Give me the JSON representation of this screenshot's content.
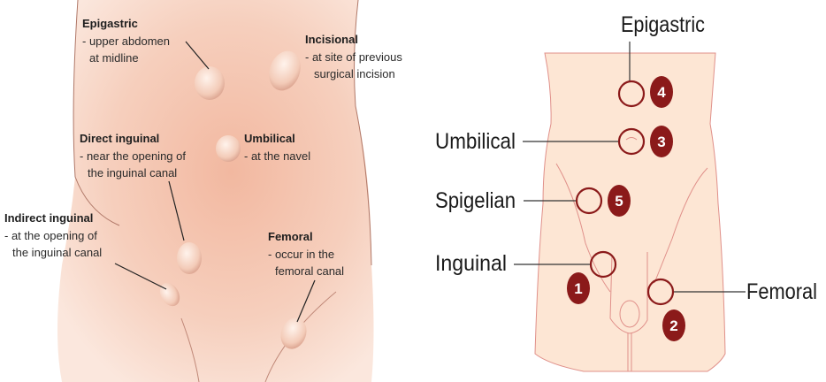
{
  "left_diagram": {
    "labels": [
      {
        "title": "Epigastric",
        "lines": [
          "- upper abdomen",
          "at midline"
        ]
      },
      {
        "title": "Incisional",
        "lines": [
          "- at site of previous",
          "surgical incision"
        ]
      },
      {
        "title": "Direct inguinal",
        "lines": [
          "- near the opening of",
          "the inguinal canal"
        ]
      },
      {
        "title": "Umbilical",
        "lines": [
          "- at the navel"
        ]
      },
      {
        "title": "Indirect inguinal",
        "lines": [
          "- at the opening of",
          "the inguinal canal"
        ]
      },
      {
        "title": "Femoral",
        "lines": [
          "- occur in the",
          "femoral canal"
        ]
      }
    ]
  },
  "right_diagram": {
    "labels": [
      {
        "name": "Epigastric",
        "number": "4"
      },
      {
        "name": "Umbilical",
        "number": "3"
      },
      {
        "name": "Spigelian",
        "number": "5"
      },
      {
        "name": "Inguinal",
        "number": "1"
      },
      {
        "name": "Femoral",
        "number": "2"
      }
    ],
    "colors": {
      "skin": "#fde6d4",
      "outline": "#e0908a",
      "marker": "#8b1a1a"
    }
  }
}
